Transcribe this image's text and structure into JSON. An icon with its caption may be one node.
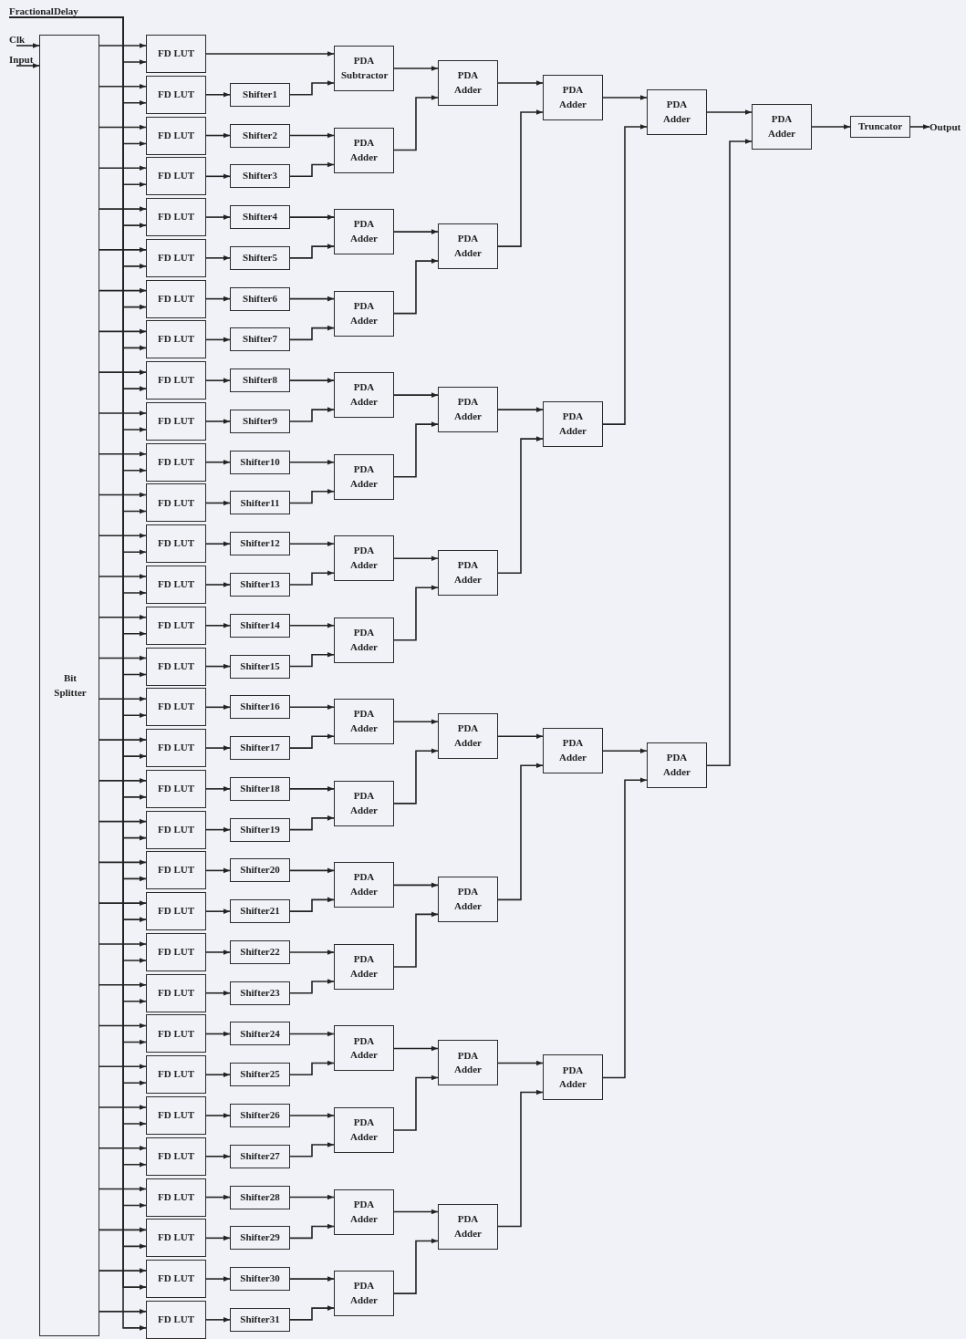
{
  "diagram": {
    "nodes": [
      {
        "text": [
          "FractionalDelay"
        ]
      },
      {
        "text": [
          "Clk"
        ]
      },
      {
        "text": [
          "Input"
        ]
      },
      {
        "text": [
          "Bit Splitter"
        ]
      },
      {
        "text": [
          "FD LUT"
        ]
      },
      {
        "text": [
          "FD LUT"
        ]
      },
      {
        "text": [
          "FD LUT"
        ]
      },
      {
        "text": [
          "FD LUT"
        ]
      },
      {
        "text": [
          "FD LUT"
        ]
      },
      {
        "text": [
          "FD LUT"
        ]
      },
      {
        "text": [
          "FD LUT"
        ]
      },
      {
        "text": [
          "FD LUT"
        ]
      },
      {
        "text": [
          "FD LUT"
        ]
      },
      {
        "text": [
          "FD LUT"
        ]
      },
      {
        "text": [
          "FD LUT"
        ]
      },
      {
        "text": [
          "FD LUT"
        ]
      },
      {
        "text": [
          "FD LUT"
        ]
      },
      {
        "text": [
          "FD LUT"
        ]
      },
      {
        "text": [
          "FD LUT"
        ]
      },
      {
        "text": [
          "FD LUT"
        ]
      },
      {
        "text": [
          "FD LUT"
        ]
      },
      {
        "text": [
          "FD LUT"
        ]
      },
      {
        "text": [
          "FD LUT"
        ]
      },
      {
        "text": [
          "FD LUT"
        ]
      },
      {
        "text": [
          "FD LUT"
        ]
      },
      {
        "text": [
          "FD LUT"
        ]
      },
      {
        "text": [
          "FD LUT"
        ]
      },
      {
        "text": [
          "FD LUT"
        ]
      },
      {
        "text": [
          "FD LUT"
        ]
      },
      {
        "text": [
          "FD LUT"
        ]
      },
      {
        "text": [
          "FD LUT"
        ]
      },
      {
        "text": [
          "FD LUT"
        ]
      },
      {
        "text": [
          "FD LUT"
        ]
      },
      {
        "text": [
          "FD LUT"
        ]
      },
      {
        "text": [
          "FD LUT"
        ]
      },
      {
        "text": [
          "FD LUT"
        ]
      },
      {
        "text": [
          "Shifter1"
        ]
      },
      {
        "text": [
          "Shifter2"
        ]
      },
      {
        "text": [
          "Shifter3"
        ]
      },
      {
        "text": [
          "Shifter4"
        ]
      },
      {
        "text": [
          "Shifter5"
        ]
      },
      {
        "text": [
          "Shifter6"
        ]
      },
      {
        "text": [
          "Shifter7"
        ]
      },
      {
        "text": [
          "Shifter8"
        ]
      },
      {
        "text": [
          "Shifter9"
        ]
      },
      {
        "text": [
          "Shifter10"
        ]
      },
      {
        "text": [
          "Shifter11"
        ]
      },
      {
        "text": [
          "Shifter12"
        ]
      },
      {
        "text": [
          "Shifter13"
        ]
      },
      {
        "text": [
          "Shifter14"
        ]
      },
      {
        "text": [
          "Shifter15"
        ]
      },
      {
        "text": [
          "Shifter16"
        ]
      },
      {
        "text": [
          "Shifter17"
        ]
      },
      {
        "text": [
          "Shifter18"
        ]
      },
      {
        "text": [
          "Shifter19"
        ]
      },
      {
        "text": [
          "Shifter20"
        ]
      },
      {
        "text": [
          "Shifter21"
        ]
      },
      {
        "text": [
          "Shifter22"
        ]
      },
      {
        "text": [
          "Shifter23"
        ]
      },
      {
        "text": [
          "Shifter24"
        ]
      },
      {
        "text": [
          "Shifter25"
        ]
      },
      {
        "text": [
          "Shifter26"
        ]
      },
      {
        "text": [
          "Shifter27"
        ]
      },
      {
        "text": [
          "Shifter28"
        ]
      },
      {
        "text": [
          "Shifter29"
        ]
      },
      {
        "text": [
          "Shifter30"
        ]
      },
      {
        "text": [
          "Shifter31"
        ]
      },
      {
        "text": [
          "PDA Subtractor"
        ]
      },
      {
        "text": [
          "PDA Adder"
        ]
      },
      {
        "text": [
          "PDA Adder"
        ]
      },
      {
        "text": [
          "PDA Adder"
        ]
      },
      {
        "text": [
          "PDA Adder"
        ]
      },
      {
        "text": [
          "PDA Adder"
        ]
      },
      {
        "text": [
          "PDA Adder"
        ]
      },
      {
        "text": [
          "PDA Adder"
        ]
      },
      {
        "text": [
          "PDA Adder"
        ]
      },
      {
        "text": [
          "PDA Adder"
        ]
      },
      {
        "text": [
          "PDA Adder"
        ]
      },
      {
        "text": [
          "PDA Adder"
        ]
      },
      {
        "text": [
          "PDA Adder"
        ]
      },
      {
        "text": [
          "PDA Adder"
        ]
      },
      {
        "text": [
          "PDA Adder"
        ]
      },
      {
        "text": [
          "PDA Adder"
        ]
      },
      {
        "text": [
          "PDA Adder"
        ]
      },
      {
        "text": [
          "PDA Adder"
        ]
      },
      {
        "text": [
          "PDA Adder"
        ]
      },
      {
        "text": [
          "PDA Adder"
        ]
      },
      {
        "text": [
          "PDA Adder"
        ]
      },
      {
        "text": [
          "PDA Adder"
        ]
      },
      {
        "text": [
          "PDA Adder"
        ]
      },
      {
        "text": [
          "PDA Adder"
        ]
      },
      {
        "text": [
          "PDA Adder"
        ]
      },
      {
        "text": [
          "PDA Adder"
        ]
      },
      {
        "text": [
          "PDA Adder"
        ]
      },
      {
        "text": [
          "PDA Adder"
        ]
      },
      {
        "text": [
          "PDA Adder"
        ]
      },
      {
        "text": [
          "PDA Adder"
        ]
      },
      {
        "text": [
          "PDA Adder"
        ]
      },
      {
        "text": [
          "Truncator"
        ]
      },
      {
        "text": [
          "Output"
        ]
      }
    ],
    "edges": [
      {
        "from": 1,
        "to": 3,
        "arrow": "to"
      },
      {
        "from": 2,
        "to": 3,
        "arrow": "to"
      },
      {
        "from": 3,
        "to": 4,
        "arrow": "to"
      },
      {
        "from": 0,
        "to": 4,
        "arrow": "to"
      },
      {
        "from": 3,
        "to": 5,
        "arrow": "to"
      },
      {
        "from": 0,
        "to": 5,
        "arrow": "to"
      },
      {
        "from": 3,
        "to": 6,
        "arrow": "to"
      },
      {
        "from": 0,
        "to": 6,
        "arrow": "to"
      },
      {
        "from": 3,
        "to": 7,
        "arrow": "to"
      },
      {
        "from": 0,
        "to": 7,
        "arrow": "to"
      },
      {
        "from": 3,
        "to": 8,
        "arrow": "to"
      },
      {
        "from": 0,
        "to": 8,
        "arrow": "to"
      },
      {
        "from": 3,
        "to": 9,
        "arrow": "to"
      },
      {
        "from": 0,
        "to": 9,
        "arrow": "to"
      },
      {
        "from": 3,
        "to": 10,
        "arrow": "to"
      },
      {
        "from": 0,
        "to": 10,
        "arrow": "to"
      },
      {
        "from": 3,
        "to": 11,
        "arrow": "to"
      },
      {
        "from": 0,
        "to": 11,
        "arrow": "to"
      },
      {
        "from": 3,
        "to": 12,
        "arrow": "to"
      },
      {
        "from": 0,
        "to": 12,
        "arrow": "to"
      },
      {
        "from": 3,
        "to": 13,
        "arrow": "to"
      },
      {
        "from": 0,
        "to": 13,
        "arrow": "to"
      },
      {
        "from": 3,
        "to": 14,
        "arrow": "to"
      },
      {
        "from": 0,
        "to": 14,
        "arrow": "to"
      },
      {
        "from": 3,
        "to": 15,
        "arrow": "to"
      },
      {
        "from": 0,
        "to": 15,
        "arrow": "to"
      },
      {
        "from": 3,
        "to": 16,
        "arrow": "to"
      },
      {
        "from": 0,
        "to": 16,
        "arrow": "to"
      },
      {
        "from": 3,
        "to": 17,
        "arrow": "to"
      },
      {
        "from": 0,
        "to": 17,
        "arrow": "to"
      },
      {
        "from": 3,
        "to": 18,
        "arrow": "to"
      },
      {
        "from": 0,
        "to": 18,
        "arrow": "to"
      },
      {
        "from": 3,
        "to": 19,
        "arrow": "to"
      },
      {
        "from": 0,
        "to": 19,
        "arrow": "to"
      },
      {
        "from": 3,
        "to": 20,
        "arrow": "to"
      },
      {
        "from": 0,
        "to": 20,
        "arrow": "to"
      },
      {
        "from": 3,
        "to": 21,
        "arrow": "to"
      },
      {
        "from": 0,
        "to": 21,
        "arrow": "to"
      },
      {
        "from": 3,
        "to": 22,
        "arrow": "to"
      },
      {
        "from": 0,
        "to": 22,
        "arrow": "to"
      },
      {
        "from": 3,
        "to": 23,
        "arrow": "to"
      },
      {
        "from": 0,
        "to": 23,
        "arrow": "to"
      },
      {
        "from": 3,
        "to": 24,
        "arrow": "to"
      },
      {
        "from": 0,
        "to": 24,
        "arrow": "to"
      },
      {
        "from": 3,
        "to": 25,
        "arrow": "to"
      },
      {
        "from": 0,
        "to": 25,
        "arrow": "to"
      },
      {
        "from": 3,
        "to": 26,
        "arrow": "to"
      },
      {
        "from": 0,
        "to": 26,
        "arrow": "to"
      },
      {
        "from": 3,
        "to": 27,
        "arrow": "to"
      },
      {
        "from": 0,
        "to": 27,
        "arrow": "to"
      },
      {
        "from": 3,
        "to": 28,
        "arrow": "to"
      },
      {
        "from": 0,
        "to": 28,
        "arrow": "to"
      },
      {
        "from": 3,
        "to": 29,
        "arrow": "to"
      },
      {
        "from": 0,
        "to": 29,
        "arrow": "to"
      },
      {
        "from": 3,
        "to": 30,
        "arrow": "to"
      },
      {
        "from": 0,
        "to": 30,
        "arrow": "to"
      },
      {
        "from": 3,
        "to": 31,
        "arrow": "to"
      },
      {
        "from": 0,
        "to": 31,
        "arrow": "to"
      },
      {
        "from": 3,
        "to": 32,
        "arrow": "to"
      },
      {
        "from": 0,
        "to": 32,
        "arrow": "to"
      },
      {
        "from": 3,
        "to": 33,
        "arrow": "to"
      },
      {
        "from": 0,
        "to": 33,
        "arrow": "to"
      },
      {
        "from": 3,
        "to": 34,
        "arrow": "to"
      },
      {
        "from": 0,
        "to": 34,
        "arrow": "to"
      },
      {
        "from": 3,
        "to": 35,
        "arrow": "to"
      },
      {
        "from": 0,
        "to": 35,
        "arrow": "to"
      },
      {
        "from": 5,
        "to": 36,
        "arrow": "to"
      },
      {
        "from": 6,
        "to": 37,
        "arrow": "to"
      },
      {
        "from": 7,
        "to": 38,
        "arrow": "to"
      },
      {
        "from": 8,
        "to": 39,
        "arrow": "to"
      },
      {
        "from": 9,
        "to": 40,
        "arrow": "to"
      },
      {
        "from": 10,
        "to": 41,
        "arrow": "to"
      },
      {
        "from": 11,
        "to": 42,
        "arrow": "to"
      },
      {
        "from": 12,
        "to": 43,
        "arrow": "to"
      },
      {
        "from": 13,
        "to": 44,
        "arrow": "to"
      },
      {
        "from": 14,
        "to": 45,
        "arrow": "to"
      },
      {
        "from": 15,
        "to": 46,
        "arrow": "to"
      },
      {
        "from": 16,
        "to": 47,
        "arrow": "to"
      },
      {
        "from": 17,
        "to": 48,
        "arrow": "to"
      },
      {
        "from": 18,
        "to": 49,
        "arrow": "to"
      },
      {
        "from": 19,
        "to": 50,
        "arrow": "to"
      },
      {
        "from": 20,
        "to": 51,
        "arrow": "to"
      },
      {
        "from": 21,
        "to": 52,
        "arrow": "to"
      },
      {
        "from": 22,
        "to": 53,
        "arrow": "to"
      },
      {
        "from": 23,
        "to": 54,
        "arrow": "to"
      },
      {
        "from": 24,
        "to": 55,
        "arrow": "to"
      },
      {
        "from": 25,
        "to": 56,
        "arrow": "to"
      },
      {
        "from": 26,
        "to": 57,
        "arrow": "to"
      },
      {
        "from": 27,
        "to": 58,
        "arrow": "to"
      },
      {
        "from": 28,
        "to": 59,
        "arrow": "to"
      },
      {
        "from": 29,
        "to": 60,
        "arrow": "to"
      },
      {
        "from": 30,
        "to": 61,
        "arrow": "to"
      },
      {
        "from": 31,
        "to": 62,
        "arrow": "to"
      },
      {
        "from": 32,
        "to": 63,
        "arrow": "to"
      },
      {
        "from": 33,
        "to": 64,
        "arrow": "to"
      },
      {
        "from": 34,
        "to": 65,
        "arrow": "to"
      },
      {
        "from": 35,
        "to": 66,
        "arrow": "to"
      },
      {
        "from": 4,
        "to": 67,
        "arrow": "to"
      },
      {
        "from": 36,
        "to": 67,
        "arrow": "to"
      },
      {
        "from": 37,
        "to": 68,
        "arrow": "to"
      },
      {
        "from": 38,
        "to": 68,
        "arrow": "to"
      },
      {
        "from": 39,
        "to": 69,
        "arrow": "to"
      },
      {
        "from": 40,
        "to": 69,
        "arrow": "to"
      },
      {
        "from": 41,
        "to": 70,
        "arrow": "to"
      },
      {
        "from": 42,
        "to": 70,
        "arrow": "to"
      },
      {
        "from": 43,
        "to": 71,
        "arrow": "to"
      },
      {
        "from": 44,
        "to": 71,
        "arrow": "to"
      },
      {
        "from": 45,
        "to": 72,
        "arrow": "to"
      },
      {
        "from": 46,
        "to": 72,
        "arrow": "to"
      },
      {
        "from": 47,
        "to": 73,
        "arrow": "to"
      },
      {
        "from": 48,
        "to": 73,
        "arrow": "to"
      },
      {
        "from": 49,
        "to": 74,
        "arrow": "to"
      },
      {
        "from": 50,
        "to": 74,
        "arrow": "to"
      },
      {
        "from": 51,
        "to": 75,
        "arrow": "to"
      },
      {
        "from": 52,
        "to": 75,
        "arrow": "to"
      },
      {
        "from": 53,
        "to": 76,
        "arrow": "to"
      },
      {
        "from": 54,
        "to": 76,
        "arrow": "to"
      },
      {
        "from": 55,
        "to": 77,
        "arrow": "to"
      },
      {
        "from": 56,
        "to": 77,
        "arrow": "to"
      },
      {
        "from": 57,
        "to": 78,
        "arrow": "to"
      },
      {
        "from": 58,
        "to": 78,
        "arrow": "to"
      },
      {
        "from": 59,
        "to": 79,
        "arrow": "to"
      },
      {
        "from": 60,
        "to": 79,
        "arrow": "to"
      },
      {
        "from": 61,
        "to": 80,
        "arrow": "to"
      },
      {
        "from": 62,
        "to": 80,
        "arrow": "to"
      },
      {
        "from": 63,
        "to": 81,
        "arrow": "to"
      },
      {
        "from": 64,
        "to": 81,
        "arrow": "to"
      },
      {
        "from": 65,
        "to": 82,
        "arrow": "to"
      },
      {
        "from": 66,
        "to": 82,
        "arrow": "to"
      },
      {
        "from": 67,
        "to": 83,
        "arrow": "to"
      },
      {
        "from": 68,
        "to": 83,
        "arrow": "to"
      },
      {
        "from": 69,
        "to": 84,
        "arrow": "to"
      },
      {
        "from": 70,
        "to": 84,
        "arrow": "to"
      },
      {
        "from": 71,
        "to": 85,
        "arrow": "to"
      },
      {
        "from": 72,
        "to": 85,
        "arrow": "to"
      },
      {
        "from": 73,
        "to": 86,
        "arrow": "to"
      },
      {
        "from": 74,
        "to": 86,
        "arrow": "to"
      },
      {
        "from": 75,
        "to": 87,
        "arrow": "to"
      },
      {
        "from": 76,
        "to": 87,
        "arrow": "to"
      },
      {
        "from": 77,
        "to": 88,
        "arrow": "to"
      },
      {
        "from": 78,
        "to": 88,
        "arrow": "to"
      },
      {
        "from": 79,
        "to": 89,
        "arrow": "to"
      },
      {
        "from": 80,
        "to": 89,
        "arrow": "to"
      },
      {
        "from": 81,
        "to": 90,
        "arrow": "to"
      },
      {
        "from": 82,
        "to": 90,
        "arrow": "to"
      },
      {
        "from": 83,
        "to": 91,
        "arrow": "to"
      },
      {
        "from": 84,
        "to": 91,
        "arrow": "to"
      },
      {
        "from": 85,
        "to": 92,
        "arrow": "to"
      },
      {
        "from": 86,
        "to": 92,
        "arrow": "to"
      },
      {
        "from": 87,
        "to": 93,
        "arrow": "to"
      },
      {
        "from": 88,
        "to": 93,
        "arrow": "to"
      },
      {
        "from": 89,
        "to": 94,
        "arrow": "to"
      },
      {
        "from": 90,
        "to": 94,
        "arrow": "to"
      },
      {
        "from": 91,
        "to": 95,
        "arrow": "to"
      },
      {
        "from": 92,
        "to": 95,
        "arrow": "to"
      },
      {
        "from": 93,
        "to": 96,
        "arrow": "to"
      },
      {
        "from": 94,
        "to": 96,
        "arrow": "to"
      },
      {
        "from": 95,
        "to": 97,
        "arrow": "to"
      },
      {
        "from": 96,
        "to": 97,
        "arrow": "to"
      },
      {
        "from": 97,
        "to": 98,
        "arrow": "to"
      },
      {
        "from": 98,
        "to": 99,
        "arrow": "to"
      }
    ]
  }
}
